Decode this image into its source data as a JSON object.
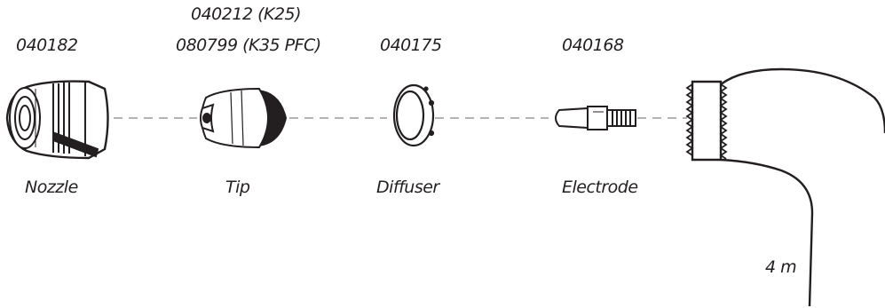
{
  "parts": [
    {
      "id": "nozzle",
      "part_number": "040182",
      "name": "Nozzle"
    },
    {
      "id": "tip",
      "part_number_line1": "040212 (K25)",
      "part_number_line2": "080799 (K35 PFC)",
      "name": "Tip"
    },
    {
      "id": "diffuser",
      "part_number": "040175",
      "name": "Diffuser"
    },
    {
      "id": "electrode",
      "part_number": "040168",
      "name": "Electrode"
    }
  ],
  "cable": {
    "length_label": "4 m"
  },
  "colors": {
    "stroke": "#231f20",
    "dash": "#9a9a9a",
    "background": "#ffffff"
  }
}
